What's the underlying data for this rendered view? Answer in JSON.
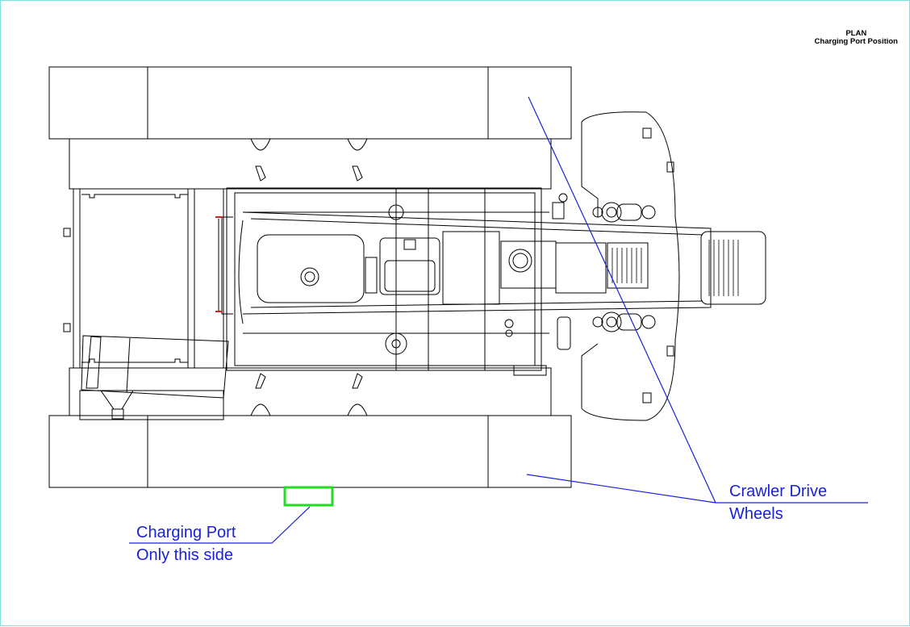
{
  "title_block": {
    "view": "PLAN",
    "subtitle": "Charging Port Position"
  },
  "callouts": {
    "charging_port": {
      "line1": "Charging Port",
      "line2": "Only this side"
    },
    "crawler": {
      "line1": "Crawler Drive",
      "line2": "Wheels"
    }
  },
  "colors": {
    "frame_border": "#7fe3e3",
    "linework": "#000000",
    "callout": "#1a22d6",
    "charging_port_marker": "#22dd22",
    "accent_red": "#d42020"
  }
}
